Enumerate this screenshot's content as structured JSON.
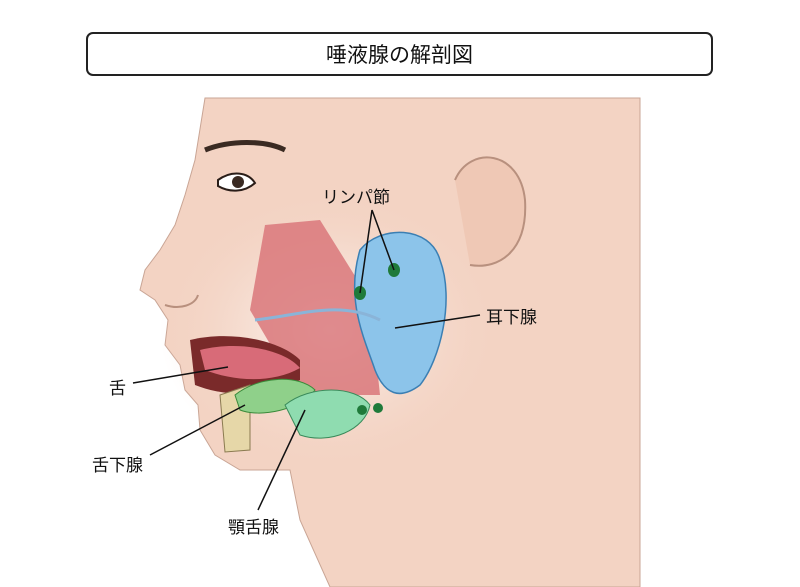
{
  "title": "唾液腺の解剖図",
  "labels": {
    "lymph_node": "リンパ節",
    "parotid": "耳下腺",
    "tongue": "舌",
    "sublingual": "舌下腺",
    "submandibular": "顎舌腺"
  },
  "colors": {
    "skin": "#f3d3c3",
    "parotid": "#8cc4ea",
    "glands": "#8fd08a",
    "lymph": "#1f7a3a",
    "muscle": "#d9777a"
  }
}
